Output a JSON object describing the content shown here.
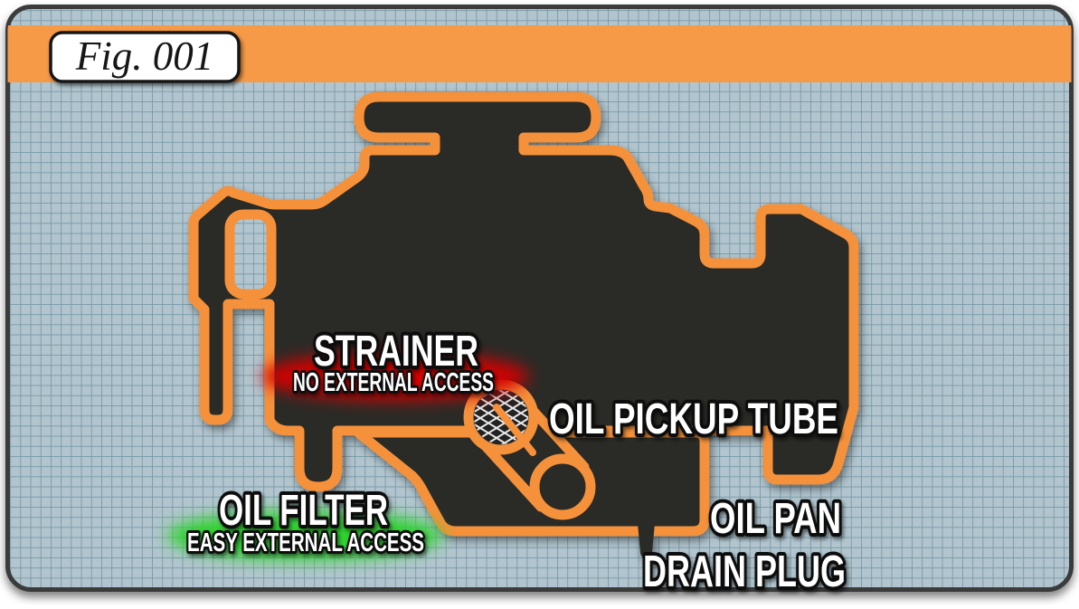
{
  "figure_plate": {
    "label": "Fig. 001"
  },
  "labels": {
    "strainer": {
      "title": "STRAINER",
      "subtitle": "NO EXTERNAL ACCESS",
      "glow_color": "#d40000"
    },
    "pickup_tube": {
      "title": "OIL PICKUP TUBE"
    },
    "oil_filter": {
      "title": "OIL FILTER",
      "subtitle": "EASY EXTERNAL ACCESS",
      "glow_color": "#2ed32e"
    },
    "oil_pan": {
      "title": "OIL PAN"
    },
    "drain_plug": {
      "title": "DRAIN PLUG"
    }
  },
  "colors": {
    "outline_orange": "#f5913b",
    "banner_orange": "#f79a47",
    "engine_dark": "#2b2a28",
    "grid_bg": "#b2c5ce",
    "grid_line": "#7598a6",
    "card_border": "#3a3a3a",
    "label_fill": "#ffffff",
    "label_outline": "#0b0b0b"
  }
}
